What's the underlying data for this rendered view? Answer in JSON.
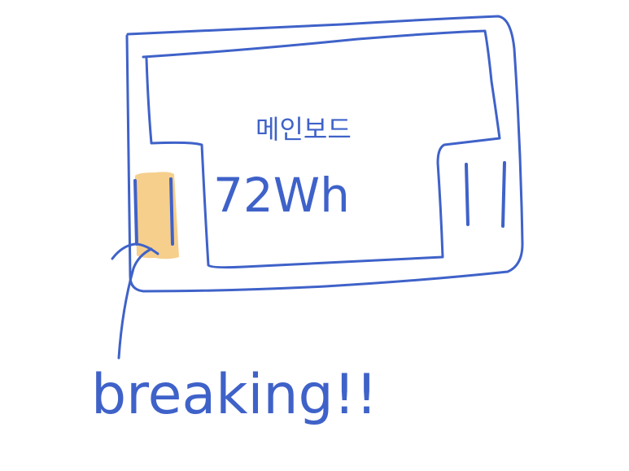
{
  "diagram": {
    "mainboard_label": "메인보드",
    "capacity_label": "72Wh",
    "callout_label": "breaking!!"
  },
  "colors": {
    "ink": "#3f62c9",
    "highlight": "#f6cc86",
    "background": "#ffffff"
  }
}
